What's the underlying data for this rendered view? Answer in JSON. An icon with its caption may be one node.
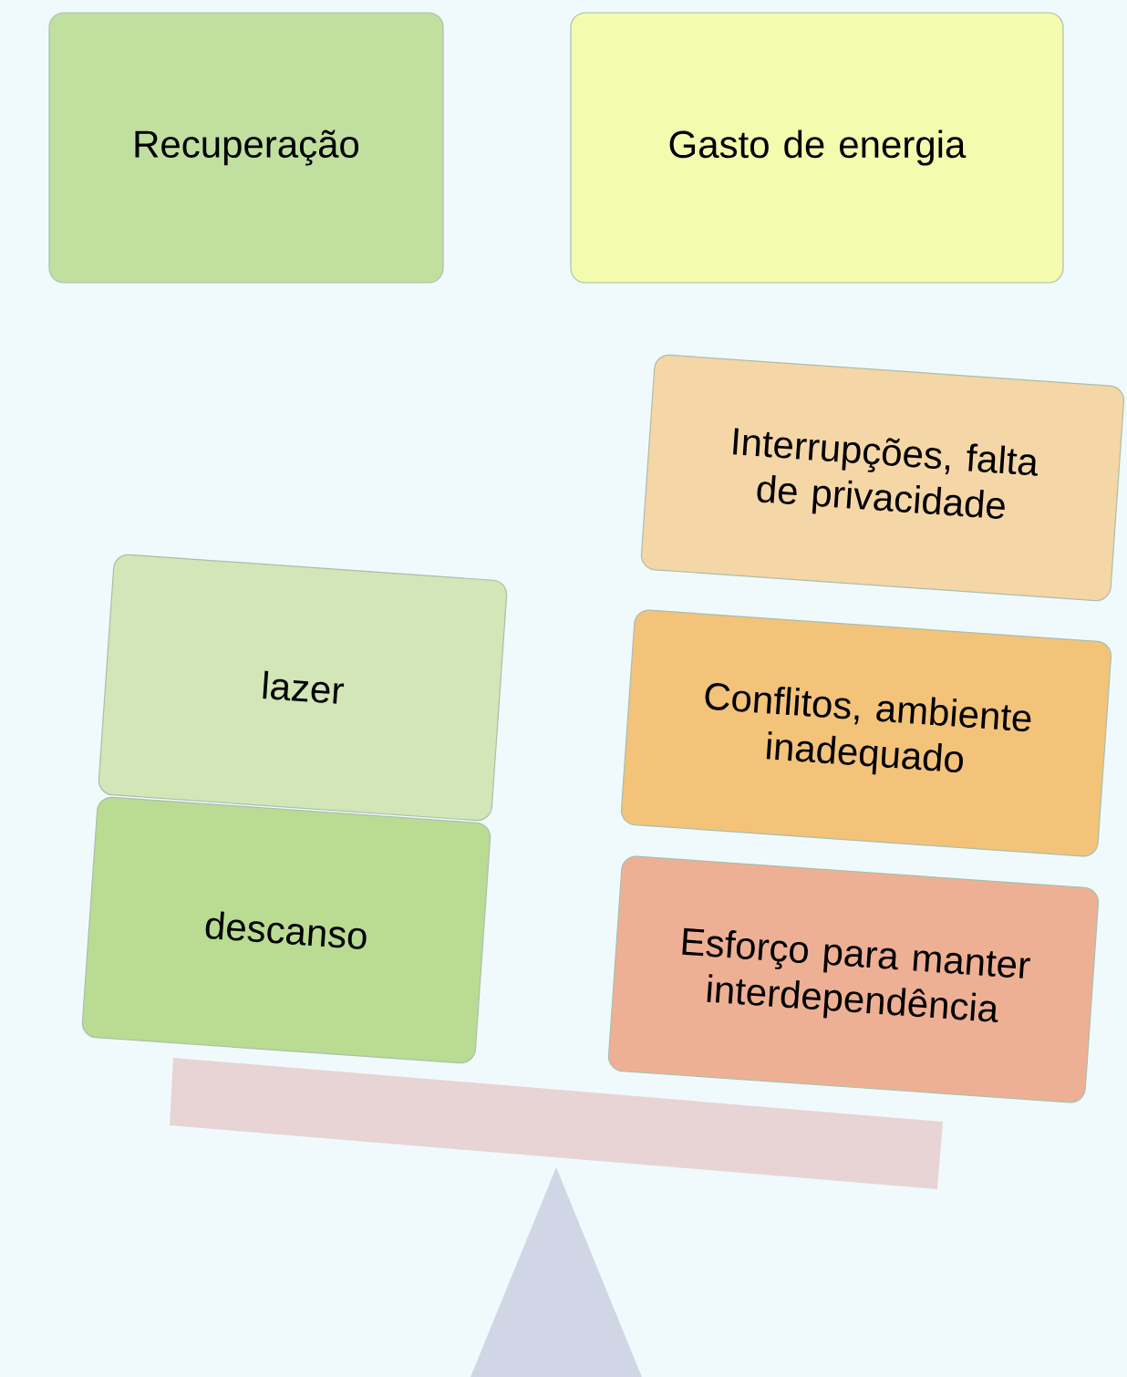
{
  "diagram": {
    "nodes": [
      {
        "text": [
          "Recuperação"
        ]
      },
      {
        "text": [
          "Gasto de energia"
        ]
      },
      {
        "text": [
          "Interrupções, falta de privacidade"
        ]
      },
      {
        "text": [
          "lazer"
        ]
      },
      {
        "text": [
          "Conflitos, ambiente inadequado"
        ]
      },
      {
        "text": [
          "descanso"
        ]
      },
      {
        "text": [
          "Esforço para manter interdependência"
        ]
      }
    ]
  }
}
